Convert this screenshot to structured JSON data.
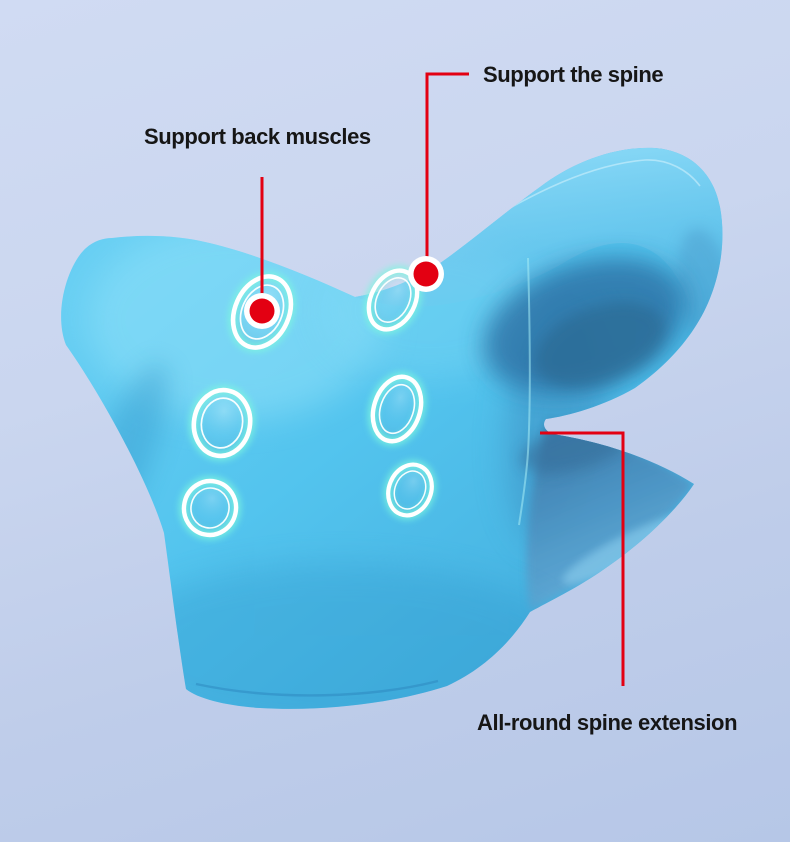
{
  "background": {
    "top_color": "#D0DBF3",
    "bottom_color": "#B6C7E7"
  },
  "product": {
    "subject": "neck-shoulder-relaxer-pillow",
    "body_color": "#55C6EF",
    "highlight_color": "#8FDCF7",
    "shadow_color": "#2E74A8",
    "glow_ring_color": "#7DF7DF",
    "massage_ring_count": 6
  },
  "callouts": {
    "accent_color": "#E60012",
    "text_color": "#161616",
    "items": [
      {
        "id": "back-muscles",
        "label": "Support back muscles"
      },
      {
        "id": "spine",
        "label": "Support the spine"
      },
      {
        "id": "extension",
        "label": "All-round spine extension"
      }
    ]
  }
}
